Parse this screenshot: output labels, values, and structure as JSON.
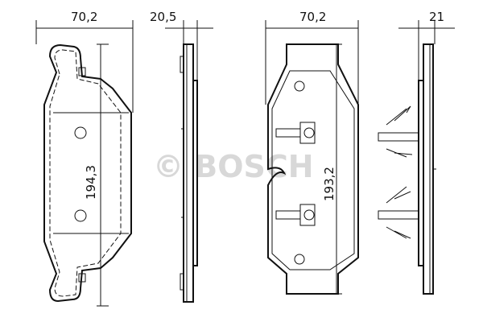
{
  "watermark": "© BOSCH",
  "dimensions": {
    "pad_front_width": "70,2",
    "pad_front_thickness": "20,5",
    "pad_rear_width": "70,2",
    "pad_rear_thickness": "21",
    "pad_front_height": "194,3",
    "pad_rear_height": "193,2"
  }
}
